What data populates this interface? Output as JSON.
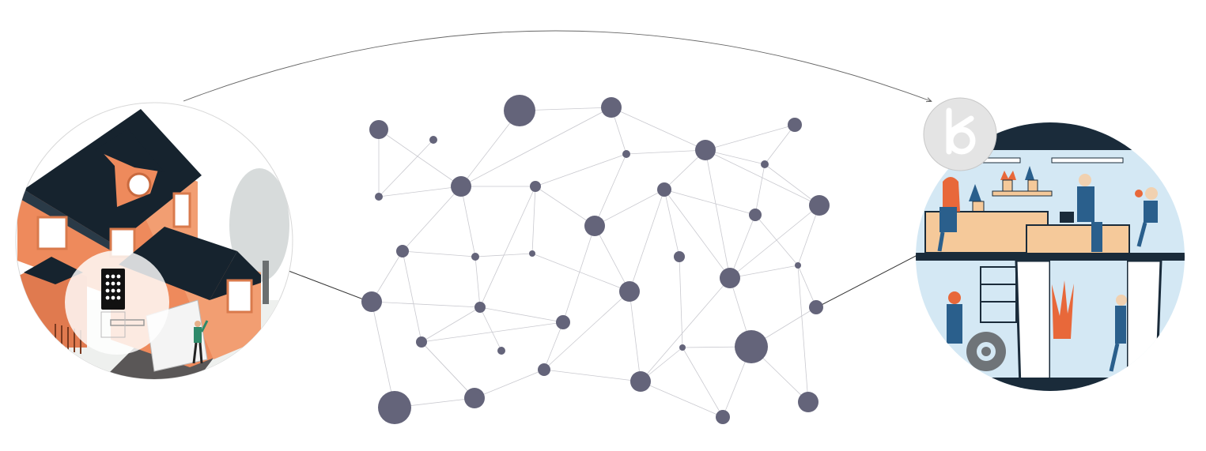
{
  "diagram": {
    "type": "network-flow",
    "node_color": "#64647a",
    "edge_color": "#c9c9cf",
    "connector_color": "#444444",
    "left_illustration": "house-with-keypad-door-lock",
    "right_illustration": "workshop-and-office-with-people",
    "logo": "b-logo-badge",
    "arrow": "curved-arrow-left-to-right"
  },
  "colors": {
    "house_wall": "#ee8a5c",
    "house_roof": "#16232e",
    "office_bg": "#d4e8f4",
    "office_desk": "#f5c99a",
    "office_frame": "#1a2b3a",
    "accent_orange": "#e8683a",
    "logo_bg": "#e4e4e4"
  }
}
